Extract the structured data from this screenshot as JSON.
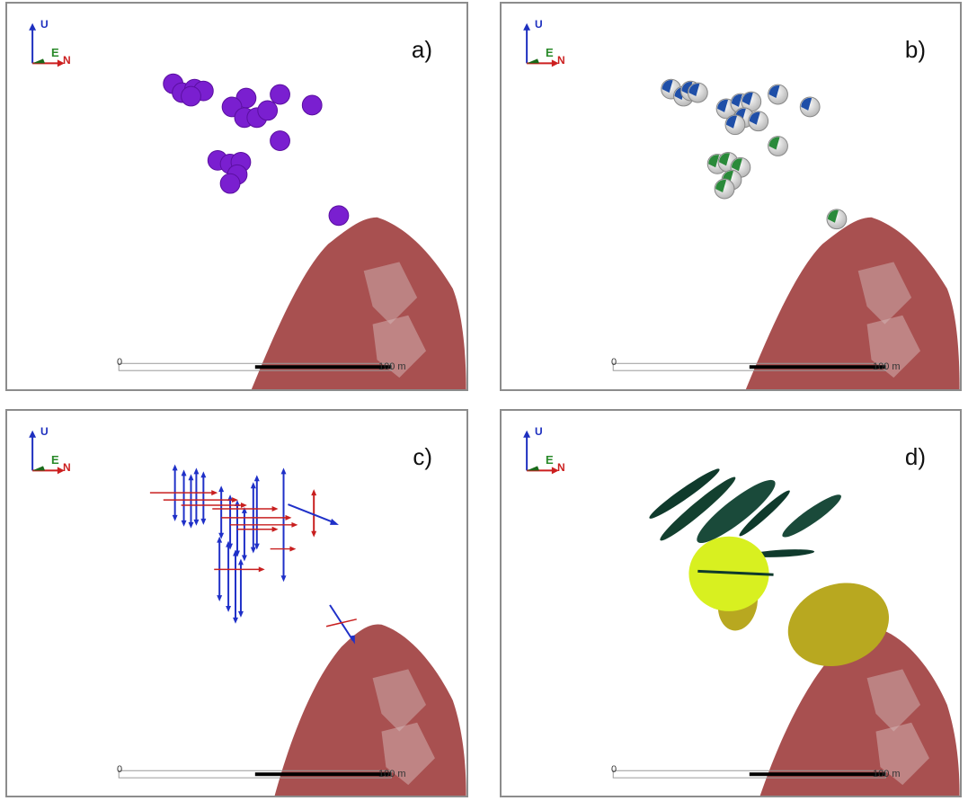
{
  "panels": [
    {
      "id": "a",
      "label": "a)"
    },
    {
      "id": "b",
      "label": "b)"
    },
    {
      "id": "c",
      "label": "c)"
    },
    {
      "id": "d",
      "label": "d)"
    }
  ],
  "axes": {
    "up": "U",
    "east": "E",
    "north": "N"
  },
  "scale_bar": {
    "start": "0",
    "end": "100 m"
  },
  "colors": {
    "mine_surface": "#a85050",
    "event_sphere": "#7a1fd0",
    "beachball_blue": "#1f4fa8",
    "beachball_green": "#2a8a3a",
    "vector_blue": "#1f30c8",
    "vector_red": "#c81f1f",
    "disc_dark": "#0f3a2c",
    "disc_yellow": "#d8f020",
    "disc_olive": "#b8a820"
  }
}
